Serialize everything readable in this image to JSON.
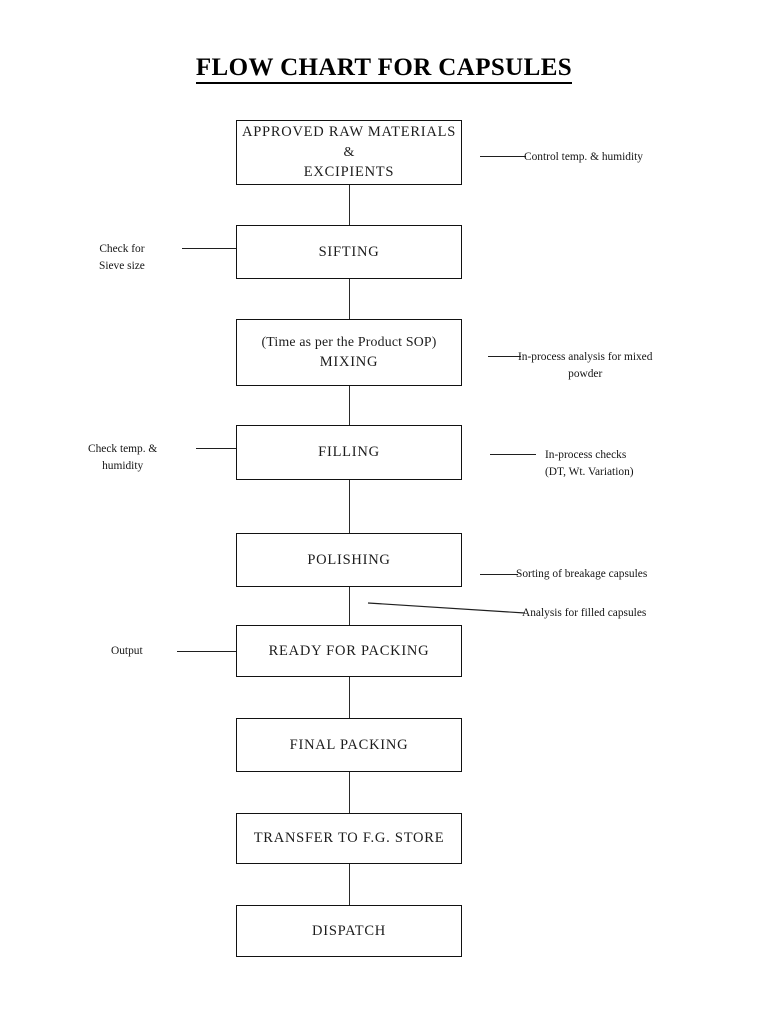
{
  "title": "FLOW CHART FOR CAPSULES",
  "nodes": [
    {
      "id": "raw-materials",
      "line1": "APPROVED RAW MATERIALS",
      "line2": "&",
      "line3": "EXCIPIENTS"
    },
    {
      "id": "sifting",
      "line1": "SIFTING"
    },
    {
      "id": "mixing",
      "line1": "(Time as per the Product SOP)",
      "line2": "MIXING"
    },
    {
      "id": "filling",
      "line1": "FILLING"
    },
    {
      "id": "polishing",
      "line1": "POLISHING"
    },
    {
      "id": "ready-for-packing",
      "line1": "READY FOR PACKING"
    },
    {
      "id": "final-packing",
      "line1": "FINAL PACKING"
    },
    {
      "id": "transfer-to-fg-store",
      "line1": "TRANSFER TO  F.G. STORE"
    },
    {
      "id": "dispatch",
      "line1": "DISPATCH"
    }
  ],
  "annotations": {
    "control_temp": {
      "line1": "Control  temp. & humidity"
    },
    "check_sieve": {
      "line1": "Check for",
      "line2": "Sieve size"
    },
    "inprocess_mixed": {
      "line1": "In-process analysis for mixed",
      "line2": "powder"
    },
    "check_temp_humidity": {
      "line1": "Check temp.  &",
      "line2": "humidity"
    },
    "inprocess_checks": {
      "line1": "In-process checks",
      "line2": "(DT, Wt. Variation)"
    },
    "sorting_breakage": {
      "line1": "Sorting of  breakage capsules"
    },
    "analysis_filled": {
      "line1": "Analysis for filled  capsules"
    },
    "output": {
      "line1": "Output"
    }
  },
  "colors": {
    "background": "#ffffff",
    "box_border": "#121212",
    "text": "#1a1a1a",
    "connector": "#2a2a2a"
  }
}
